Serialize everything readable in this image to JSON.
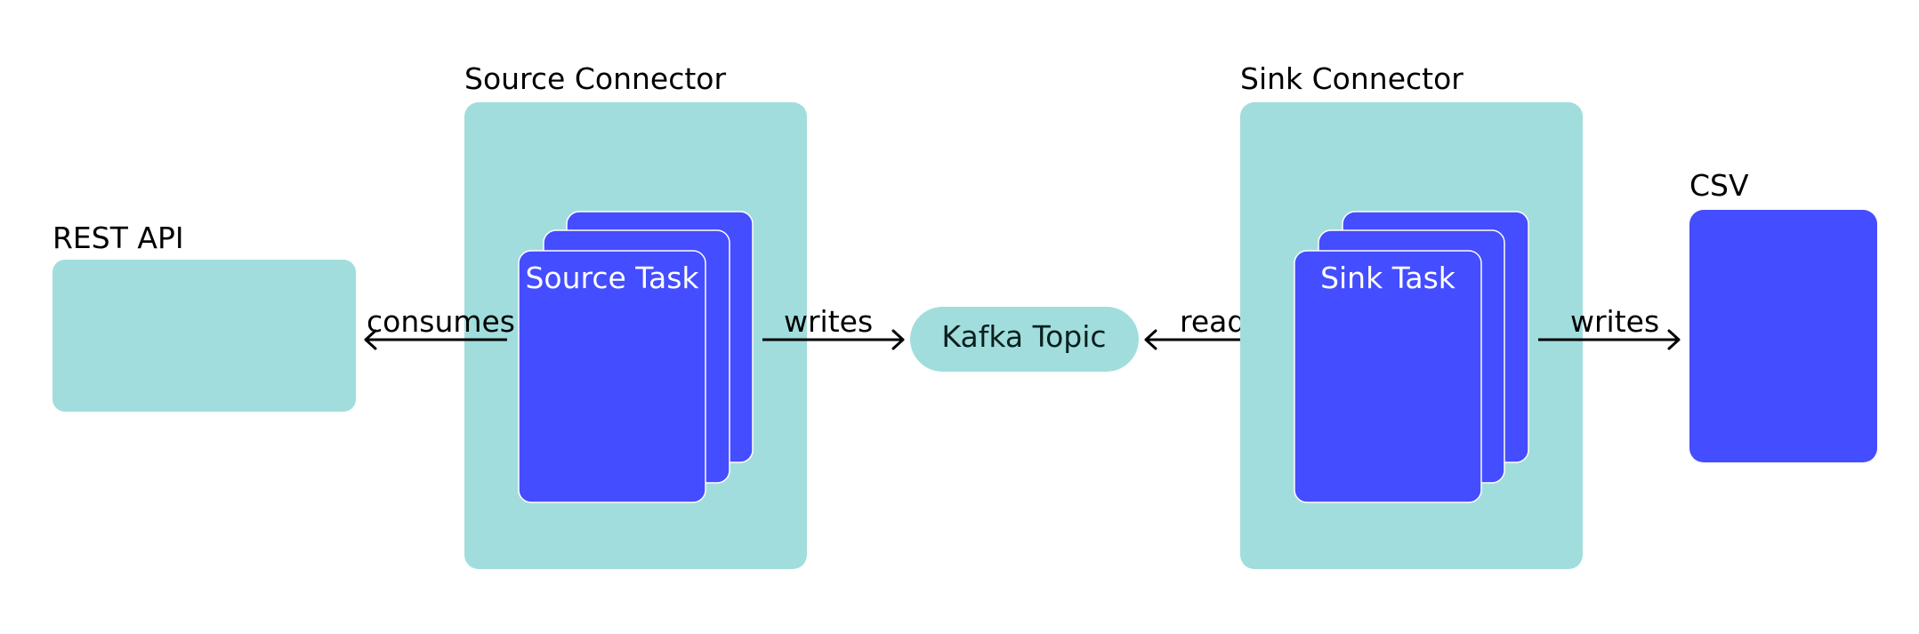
{
  "nodes": {
    "rest_api": {
      "label": "REST API"
    },
    "source_connector": {
      "label": "Source Connector"
    },
    "source_task": {
      "label": "Source Task"
    },
    "kafka_topic": {
      "label": "Kafka Topic"
    },
    "sink_connector": {
      "label": "Sink Connector"
    },
    "sink_task": {
      "label": "Sink Task"
    },
    "csv": {
      "label": "CSV"
    }
  },
  "edges": {
    "consumes": {
      "label": "consumes",
      "from": "Source Task",
      "to": "REST API"
    },
    "writes_topic": {
      "label": "writes",
      "from": "Source Task",
      "to": "Kafka Topic"
    },
    "reads": {
      "label": "reads",
      "from": "Sink Task",
      "to": "Kafka Topic"
    },
    "writes_csv": {
      "label": "writes",
      "from": "Sink Task",
      "to": "CSV"
    }
  },
  "colors": {
    "container": "#a2dddd",
    "task": "#444dff",
    "task_edge": "#ffffff",
    "text": "#000000",
    "arrow": "#000000"
  }
}
